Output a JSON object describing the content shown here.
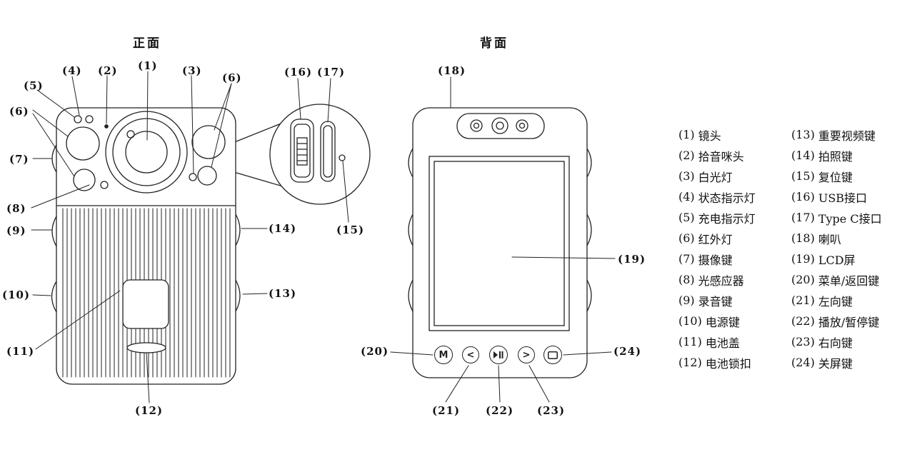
{
  "front": {
    "title": "正面",
    "callouts": {
      "c1": "(1)",
      "c2": "(2)",
      "c3": "(3)",
      "c4": "(4)",
      "c5": "(5)",
      "c6_top": "(6)",
      "c6_left": "(6)",
      "c7": "(7)",
      "c8": "(8)",
      "c9": "(9)",
      "c10": "(10)",
      "c11": "(11)",
      "c12": "(12)",
      "c13": "(13)",
      "c14": "(14)"
    }
  },
  "inset": {
    "callouts": {
      "c15": "(15)",
      "c16": "(16)",
      "c17": "(17)"
    }
  },
  "back": {
    "title": "背面",
    "callouts": {
      "c18": "(18)",
      "c19": "(19)",
      "c20": "(20)",
      "c21": "(21)",
      "c22": "(22)",
      "c23": "(23)",
      "c24": "(24)"
    },
    "buttons": {
      "menu_glyph": "M",
      "left_glyph": "<",
      "right_glyph": ">"
    }
  },
  "legend": {
    "col1": [
      {
        "num": "(1)",
        "label": "镜头"
      },
      {
        "num": "(2)",
        "label": "拾音咪头"
      },
      {
        "num": "(3)",
        "label": "白光灯"
      },
      {
        "num": "(4)",
        "label": "状态指示灯"
      },
      {
        "num": "(5)",
        "label": "充电指示灯"
      },
      {
        "num": "(6)",
        "label": "红外灯"
      },
      {
        "num": "(7)",
        "label": "摄像键"
      },
      {
        "num": "(8)",
        "label": "光感应器"
      },
      {
        "num": "(9)",
        "label": "录音键"
      },
      {
        "num": "(10)",
        "label": "电源键"
      },
      {
        "num": "(11)",
        "label": "电池盖"
      },
      {
        "num": "(12)",
        "label": "电池锁扣"
      }
    ],
    "col2": [
      {
        "num": "(13)",
        "label": "重要视频键"
      },
      {
        "num": "(14)",
        "label": "拍照键"
      },
      {
        "num": "(15)",
        "label": "复位键"
      },
      {
        "num": "(16)",
        "label": "USB接口"
      },
      {
        "num": "(17)",
        "label": "Type C接口"
      },
      {
        "num": "(18)",
        "label": "喇叭"
      },
      {
        "num": "(19)",
        "label": "LCD屏"
      },
      {
        "num": "(20)",
        "label": "菜单/返回键"
      },
      {
        "num": "(21)",
        "label": "左向键"
      },
      {
        "num": "(22)",
        "label": "播放/暂停键"
      },
      {
        "num": "(23)",
        "label": "右向键"
      },
      {
        "num": "(24)",
        "label": "关屏键"
      }
    ]
  }
}
